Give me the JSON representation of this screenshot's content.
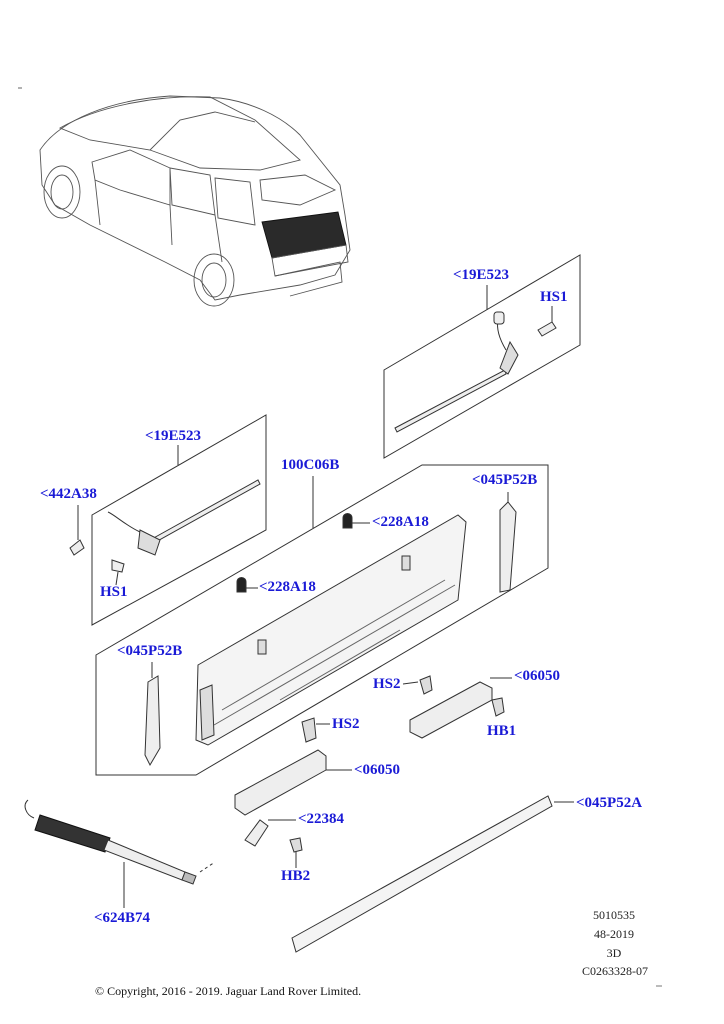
{
  "callouts": {
    "rod_upper": "<19E523",
    "hs1_upper": "HS1",
    "rod_left": "<19E523",
    "clip_442": "<442A38",
    "hs1_left": "HS1",
    "panel": "100C06B",
    "plug_228_top": "<228A18",
    "plug_228_mid": "<228A18",
    "seal_045_right": "<045P52B",
    "seal_045_left": "<045P52B",
    "hs2_right": "HS2",
    "bracket_06050_right": "<06050",
    "hb1": "HB1",
    "hs2_mid": "HS2",
    "bracket_06050_mid": "<06050",
    "strap_22384": "<22384",
    "hb2": "HB2",
    "strut_624": "<624B74",
    "trim_045_long": "<045P52A"
  },
  "meta": {
    "ref_number": "5010535",
    "date_code": "48-2019",
    "view": "3D",
    "drawing_id": "C0263328-07"
  },
  "copyright": "© Copyright, 2016 - 2019. Jaguar Land Rover Limited."
}
